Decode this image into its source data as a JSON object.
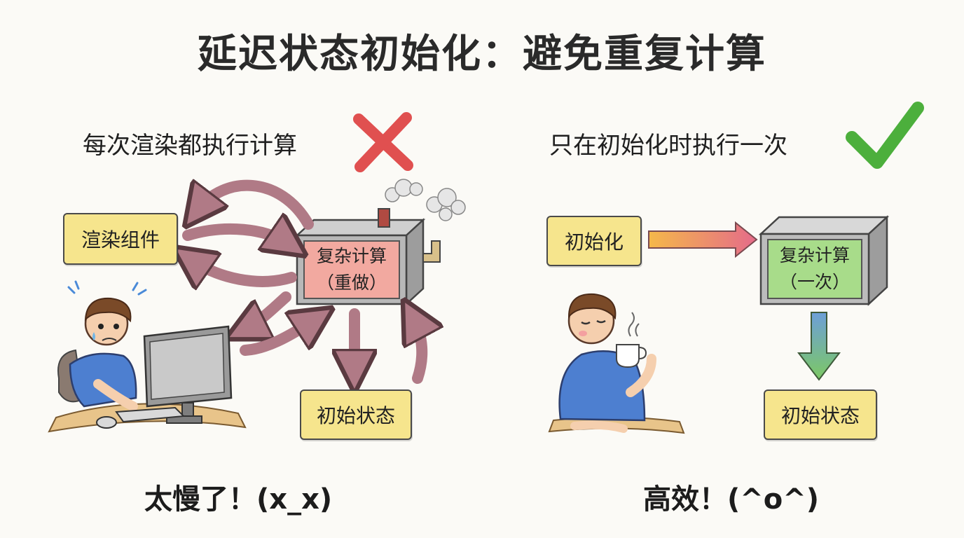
{
  "title": "延迟状态初始化：避免重复计算",
  "left": {
    "heading": "每次渲染都执行计算",
    "mark_icon": "cross-icon",
    "render_box": "渲染组件",
    "machine_line1": "复杂计算",
    "machine_line2": "（重做）",
    "state_box": "初始状态",
    "caption": "太慢了！(x_x)"
  },
  "right": {
    "heading": "只在初始化时执行一次",
    "mark_icon": "check-icon",
    "init_box": "初始化",
    "machine_line1": "复杂计算",
    "machine_line2": "（一次）",
    "state_box": "初始状态",
    "caption": "高效！(^o^)"
  },
  "colors": {
    "box_fill": "#f6e58d",
    "bad_screen": "#f2a9a0",
    "good_screen": "#a8dc8a",
    "loop_arrow": "#b07a86",
    "cross": "#e05050",
    "check": "#4caf3c"
  }
}
